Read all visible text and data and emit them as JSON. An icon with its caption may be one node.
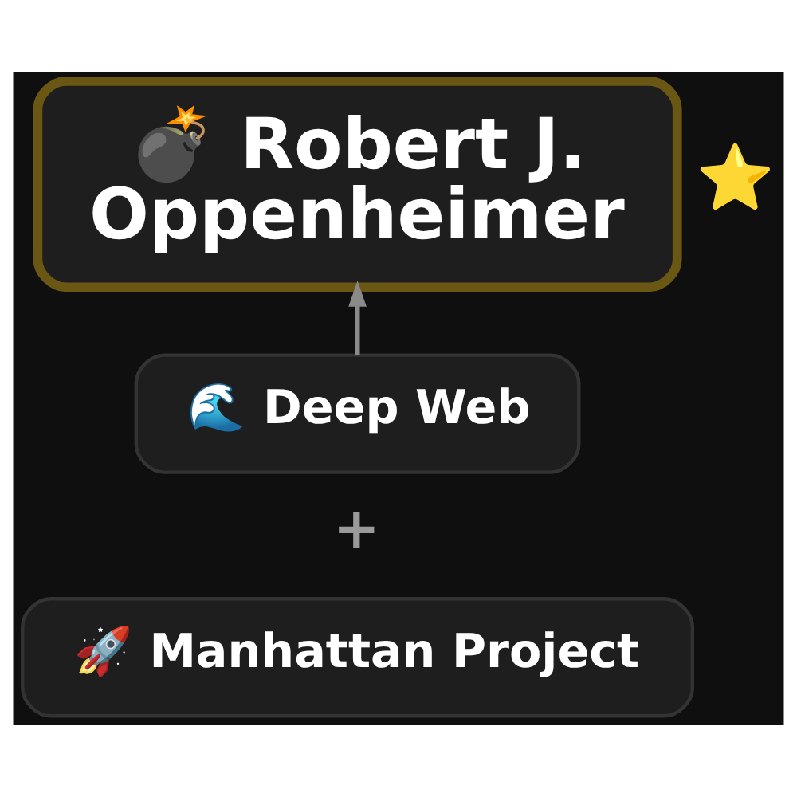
{
  "diagram": {
    "nodes": [
      {
        "text": [
          "💣 Robert J. Oppenheimer"
        ],
        "beside": [
          "⭐"
        ]
      },
      {
        "text": [
          "🌊 Deep Web"
        ]
      },
      {
        "text": [
          "🚀 Manhattan Project"
        ]
      }
    ],
    "edges": [
      {
        "from": 1,
        "to": 0,
        "arrow": "to"
      }
    ],
    "labels": [
      "+"
    ]
  }
}
